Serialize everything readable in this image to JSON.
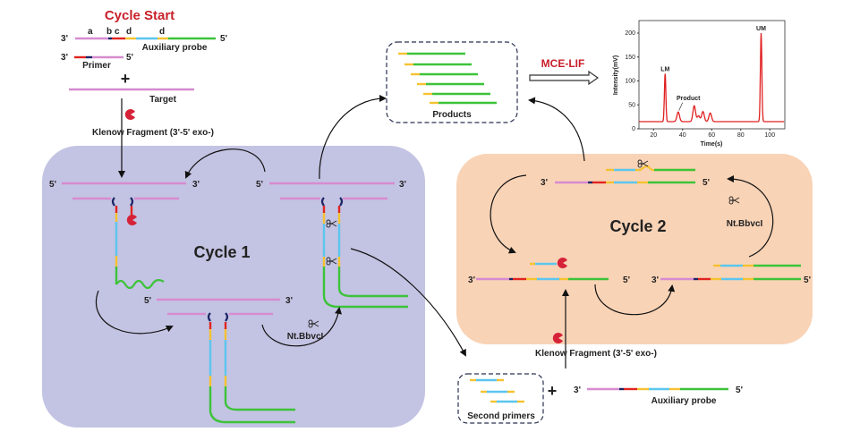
{
  "colors": {
    "pink": "#d78bd0",
    "navy": "#1c2564",
    "red": "#e1241f",
    "yellow": "#f5c230",
    "cyan": "#5cc6ee",
    "green": "#3dc33a",
    "cycle1_bg": "#c3c3e3",
    "cycle2_bg": "#f9d3b6",
    "accent_red": "#c8202a",
    "enzyme": "#d62238"
  },
  "start": {
    "title": "Cycle Start",
    "segment_labels": [
      "a",
      "b",
      "c",
      "d",
      "d"
    ],
    "three_prime": "3'",
    "five_prime": "5'",
    "aux_probe": "Auxiliary probe",
    "primer": "Primer",
    "plus": "+",
    "target": "Target",
    "klenow": "Klenow Fragment (3'-5' exo-)"
  },
  "cycle1": {
    "title": "Cycle 1",
    "enzyme": "Nt.BbvcI"
  },
  "cycle2": {
    "title": "Cycle 2",
    "enzyme": "Nt.BbvcI",
    "klenow": "Klenow Fragment (3'-5' exo-)"
  },
  "products": {
    "label": "Products"
  },
  "second_primers": {
    "label": "Second primers",
    "plus": "+",
    "aux_probe": "Auxiliary probe"
  },
  "detection": {
    "label": "MCE-LIF"
  },
  "chart_data": {
    "type": "line",
    "xlabel": "Time(s)",
    "ylabel": "Intensity(mV)",
    "xlim": [
      10,
      110
    ],
    "ylim": [
      0,
      225
    ],
    "xticks": [
      20,
      40,
      60,
      80,
      100
    ],
    "yticks": [
      0,
      50,
      100,
      150,
      200
    ],
    "baseline": 15,
    "color": "#e02020",
    "peaks": [
      {
        "x": 28,
        "y": 115,
        "label": "LM"
      },
      {
        "x": 37,
        "y": 35,
        "label": "Product"
      },
      {
        "x": 48,
        "y": 48
      },
      {
        "x": 51,
        "y": 27
      },
      {
        "x": 54,
        "y": 36
      },
      {
        "x": 59,
        "y": 33
      },
      {
        "x": 94,
        "y": 200,
        "label": "UM"
      }
    ]
  }
}
